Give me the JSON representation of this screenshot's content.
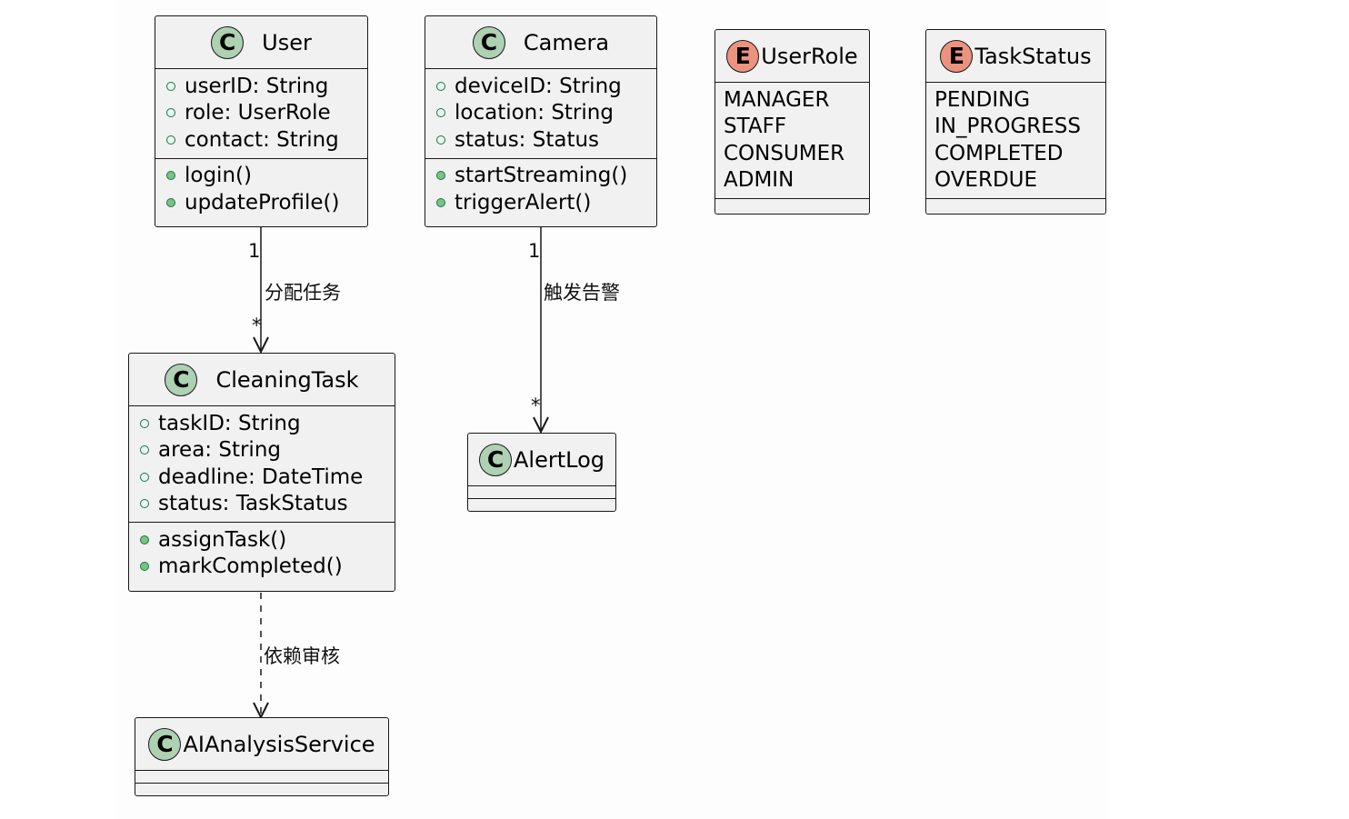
{
  "diagram": {
    "classes": {
      "user": {
        "stereotype": "C",
        "name": "User",
        "fields": [
          "userID: String",
          "role: UserRole",
          "contact: String"
        ],
        "methods": [
          "login()",
          "updateProfile()"
        ]
      },
      "camera": {
        "stereotype": "C",
        "name": "Camera",
        "fields": [
          "deviceID: String",
          "location: String",
          "status: Status"
        ],
        "methods": [
          "startStreaming()",
          "triggerAlert()"
        ]
      },
      "cleaning_task": {
        "stereotype": "C",
        "name": "CleaningTask",
        "fields": [
          "taskID: String",
          "area: String",
          "deadline: DateTime",
          "status: TaskStatus"
        ],
        "methods": [
          "assignTask()",
          "markCompleted()"
        ]
      },
      "alert_log": {
        "stereotype": "C",
        "name": "AlertLog"
      },
      "ai_service": {
        "stereotype": "C",
        "name": "AIAnalysisService"
      }
    },
    "enums": {
      "user_role": {
        "stereotype": "E",
        "name": "UserRole",
        "values": [
          "MANAGER",
          "STAFF",
          "CONSUMER",
          "ADMIN"
        ]
      },
      "task_status": {
        "stereotype": "E",
        "name": "TaskStatus",
        "values": [
          "PENDING",
          "IN_PROGRESS",
          "COMPLETED",
          "OVERDUE"
        ]
      }
    },
    "relations": {
      "user_task": {
        "label": "分配任务",
        "from_mult": "1",
        "to_mult": "*"
      },
      "camera_alert": {
        "label": "触发告警",
        "from_mult": "1",
        "to_mult": "*"
      },
      "task_ai": {
        "label": "依赖审核"
      }
    },
    "colors": {
      "class_badge": "#add1b2",
      "enum_badge": "#eb937f",
      "box_fill": "#f1f1f1",
      "border": "#181818"
    }
  }
}
